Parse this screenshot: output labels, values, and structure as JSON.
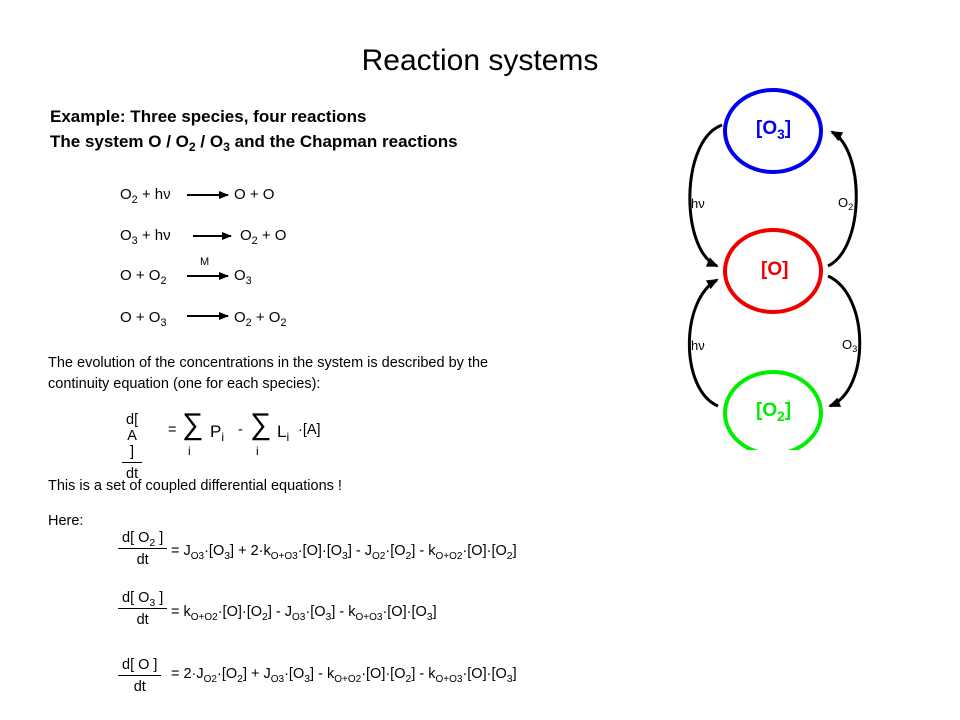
{
  "title": "Reaction systems",
  "example": {
    "line1": "Example: Three species, four reactions",
    "line2_prefix": "The system O / O",
    "line2_sub1": "2",
    "line2_mid": " / O",
    "line2_sub2": "3",
    "line2_suffix": " and the Chapman reactions"
  },
  "reactions": [
    {
      "left": "O",
      "left_sub": "2",
      "left_rest": " + hν",
      "right": "O + O",
      "over": ""
    },
    {
      "left": "O",
      "left_sub": "3",
      "left_rest": " + hν",
      "right": "O",
      "right_sub": "2",
      "right_rest": " + O",
      "over": ""
    },
    {
      "left": "O + O",
      "left_sub": "2",
      "left_rest": "",
      "right": "O",
      "right_sub": "3",
      "right_rest": "",
      "over": "M"
    },
    {
      "left": "O + O",
      "left_sub": "3",
      "left_rest": "",
      "right": "O",
      "right_sub": "2",
      "right_rest": " + O",
      "right_sub2": "2",
      "over": ""
    }
  ],
  "paragraph1_line1": "The evolution of the concentrations in the system is described by the",
  "paragraph1_line2": "continuity equation (one for each species):",
  "continuity": {
    "num": "d[ A ]",
    "den": "dt",
    "eq": "=",
    "sum_i": "i",
    "P": "P",
    "P_sub": "i",
    "minus": "-",
    "L": "L",
    "L_sub": "i",
    "tail": "·[A]"
  },
  "paragraph2": "This is a set of coupled differential equations !",
  "here": "Here:",
  "equations": [
    {
      "num": "d[ O",
      "num_sub": "2",
      "num_end": " ]",
      "den": "dt"
    },
    {
      "num": "d[ O",
      "num_sub": "3",
      "num_end": " ]",
      "den": "dt"
    },
    {
      "num": "d[ O ]",
      "num_sub": "",
      "num_end": "",
      "den": "dt"
    }
  ],
  "diagram": {
    "o3_label": "[O",
    "o3_sub": "3",
    "o_label": "[O]",
    "o2_label": "[O",
    "o2_sub": "2",
    "close": "]",
    "hv_top": "hν",
    "o2_arrow": "O",
    "o2_arrow_sub": "2",
    "hv_bottom": "hν",
    "o3_arrow": "O",
    "o3_arrow_sub": "3",
    "colors": {
      "o3": "#0000ee",
      "o": "#ee0000",
      "o2": "#00ee00"
    }
  }
}
